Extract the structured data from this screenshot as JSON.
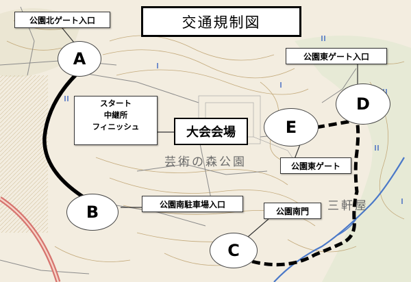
{
  "title": "交通規制図",
  "venue": "大会会場",
  "park_name": "芸術の森公園",
  "area_name": "三軒屋",
  "callout": {
    "lines": [
      "スタート",
      "中継所",
      "フィニッシュ"
    ]
  },
  "points": {
    "A": {
      "letter": "A",
      "label": "公園北ゲート入口"
    },
    "B": {
      "letter": "B",
      "label": "公園南駐車場入口"
    },
    "C": {
      "letter": "C",
      "label": "公園南門"
    },
    "D": {
      "letter": "D",
      "label": "公園東ゲート入口"
    },
    "E": {
      "letter": "E",
      "label": "公園東ゲート"
    }
  },
  "colors": {
    "route_solid": "#000000",
    "route_dashed": "#000000",
    "road_red": "#d6736e",
    "river_blue": "#4a78c8",
    "contour": "#b89d6e"
  }
}
